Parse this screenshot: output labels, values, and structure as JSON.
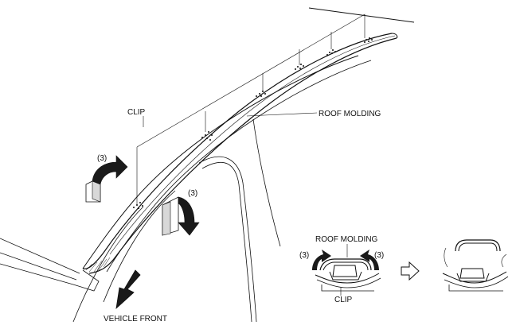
{
  "labels": {
    "clip": "CLIP",
    "roof_molding": "ROOF MOLDING",
    "step_3": "(3)",
    "vehicle_front": "VEHICLE FRONT"
  },
  "inset": {
    "roof_molding": "ROOF MOLDING",
    "clip": "CLIP",
    "step_3": "(3)"
  },
  "icons": [
    "arrow-curved-icon",
    "arrow-direction-icon",
    "arrow-outline-right-icon"
  ],
  "colors": {
    "ink": "#111111",
    "background": "#ffffff",
    "arrow_fill": "#1a1a1a"
  }
}
